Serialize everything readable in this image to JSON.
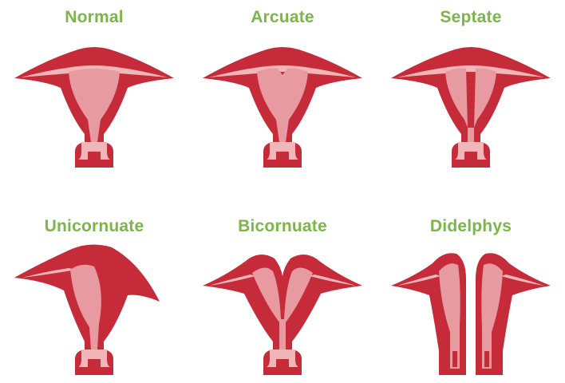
{
  "colors": {
    "label": "#7ab648",
    "wall": "#c62b3a",
    "cavity": "#e79a9f",
    "lining": "#f1b6b8",
    "background": "#ffffff"
  },
  "types": [
    {
      "key": "normal",
      "label": "Normal"
    },
    {
      "key": "arcuate",
      "label": "Arcuate"
    },
    {
      "key": "septate",
      "label": "Septate"
    },
    {
      "key": "unicornuate",
      "label": "Unicornuate"
    },
    {
      "key": "bicornuate",
      "label": "Bicornuate"
    },
    {
      "key": "didelphys",
      "label": "Didelphys"
    }
  ]
}
